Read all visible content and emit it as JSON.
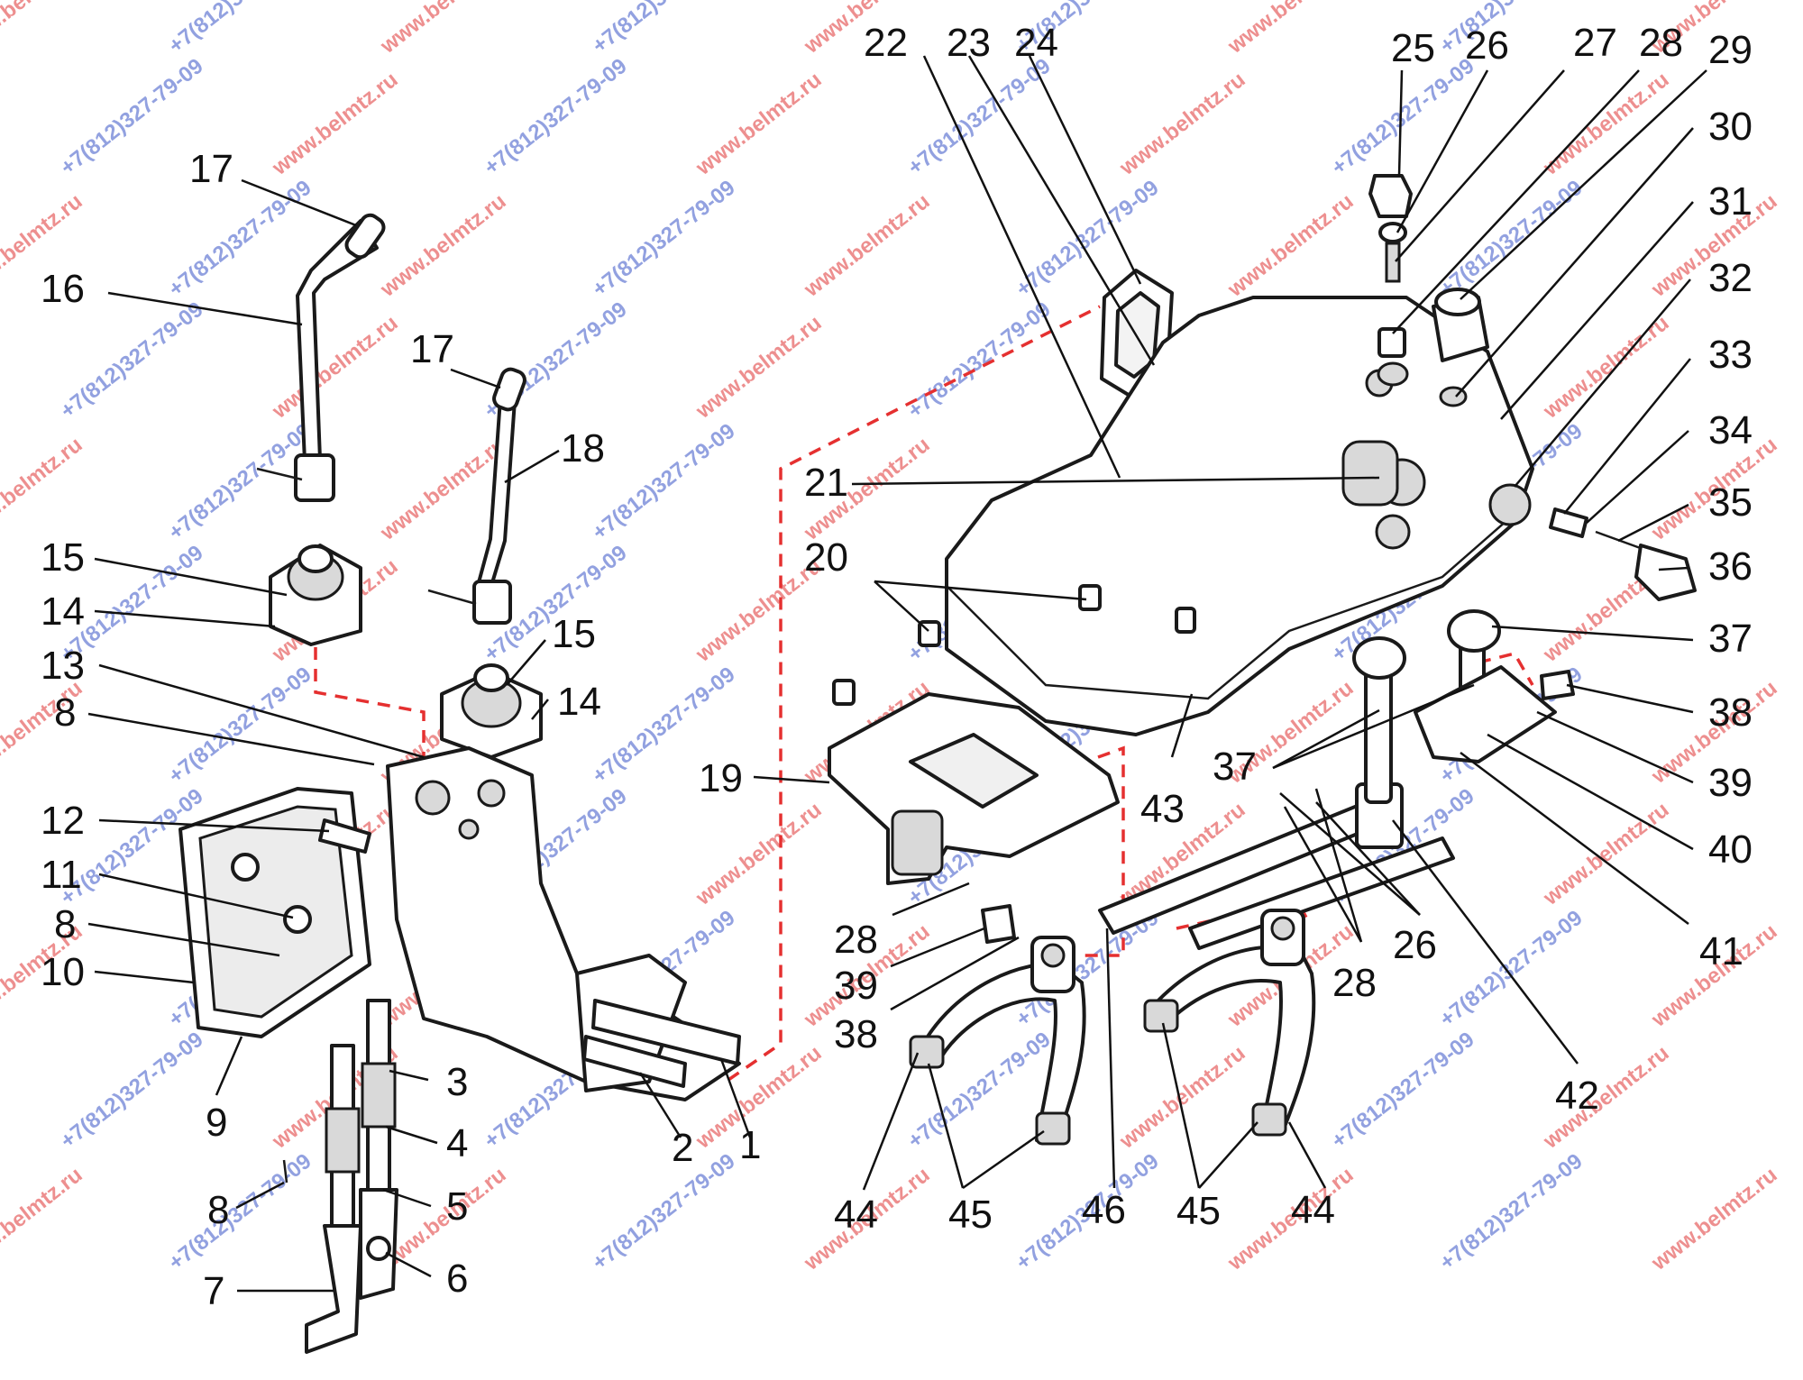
{
  "watermarks": {
    "site": "www.belmtz.ru",
    "phone": "+7(812)327-79-09",
    "site_color": "#e03535",
    "phone_color": "#3a55c8"
  },
  "callouts": [
    {
      "n": "1"
    },
    {
      "n": "2"
    },
    {
      "n": "3"
    },
    {
      "n": "4"
    },
    {
      "n": "5"
    },
    {
      "n": "6"
    },
    {
      "n": "7"
    },
    {
      "n": "8"
    },
    {
      "n": "8"
    },
    {
      "n": "8"
    },
    {
      "n": "9"
    },
    {
      "n": "10"
    },
    {
      "n": "11"
    },
    {
      "n": "12"
    },
    {
      "n": "13"
    },
    {
      "n": "14"
    },
    {
      "n": "14"
    },
    {
      "n": "15"
    },
    {
      "n": "15"
    },
    {
      "n": "16"
    },
    {
      "n": "17"
    },
    {
      "n": "17"
    },
    {
      "n": "18"
    },
    {
      "n": "19"
    },
    {
      "n": "20"
    },
    {
      "n": "21"
    },
    {
      "n": "22"
    },
    {
      "n": "23"
    },
    {
      "n": "24"
    },
    {
      "n": "25"
    },
    {
      "n": "26"
    },
    {
      "n": "26"
    },
    {
      "n": "27"
    },
    {
      "n": "28"
    },
    {
      "n": "28"
    },
    {
      "n": "28"
    },
    {
      "n": "29"
    },
    {
      "n": "30"
    },
    {
      "n": "31"
    },
    {
      "n": "32"
    },
    {
      "n": "33"
    },
    {
      "n": "34"
    },
    {
      "n": "35"
    },
    {
      "n": "36"
    },
    {
      "n": "37"
    },
    {
      "n": "37"
    },
    {
      "n": "38"
    },
    {
      "n": "38"
    },
    {
      "n": "39"
    },
    {
      "n": "39"
    },
    {
      "n": "40"
    },
    {
      "n": "41"
    },
    {
      "n": "42"
    },
    {
      "n": "43"
    },
    {
      "n": "44"
    },
    {
      "n": "44"
    },
    {
      "n": "45"
    },
    {
      "n": "45"
    },
    {
      "n": "46"
    }
  ]
}
